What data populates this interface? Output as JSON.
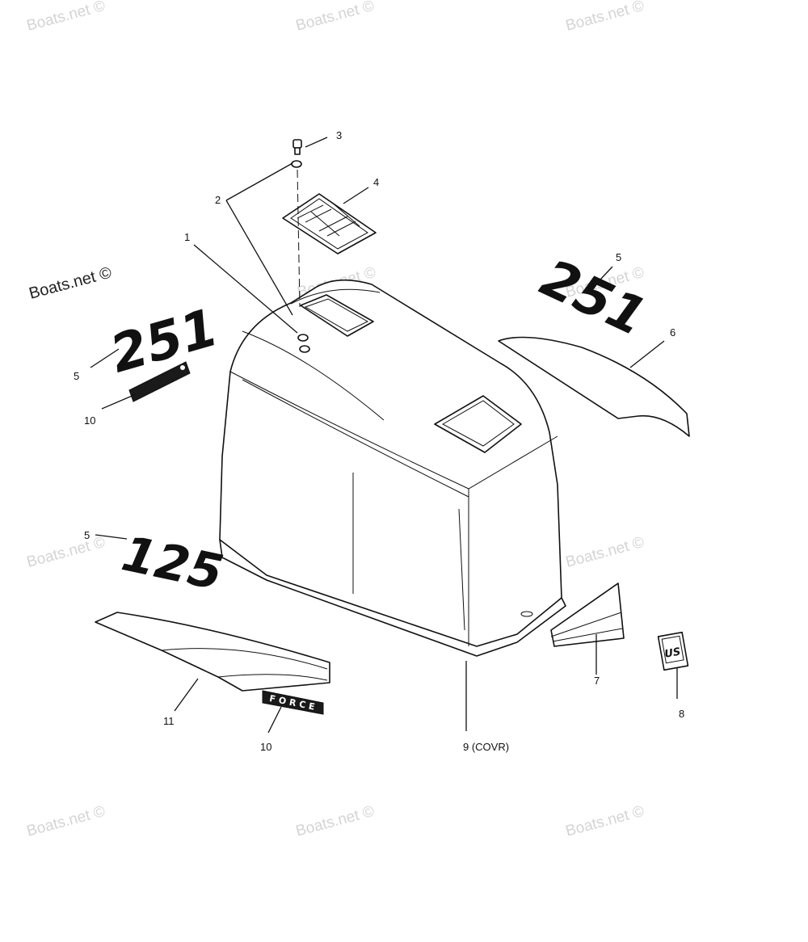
{
  "watermark": {
    "text": "Boats.net ©"
  },
  "callouts": {
    "c1": "1",
    "c2": "2",
    "c3": "3",
    "c4": "4",
    "c5a": "5",
    "c5b": "5",
    "c5c": "5",
    "c6": "6",
    "c7": "7",
    "c8": "8",
    "c9": "9 (COVR)",
    "c10a": "10",
    "c10b": "10",
    "c11": "11"
  },
  "decals": {
    "model_a": "251",
    "model_b": "251",
    "model_c": "125",
    "brand_badge": "FORCE",
    "country_badge": "US"
  }
}
